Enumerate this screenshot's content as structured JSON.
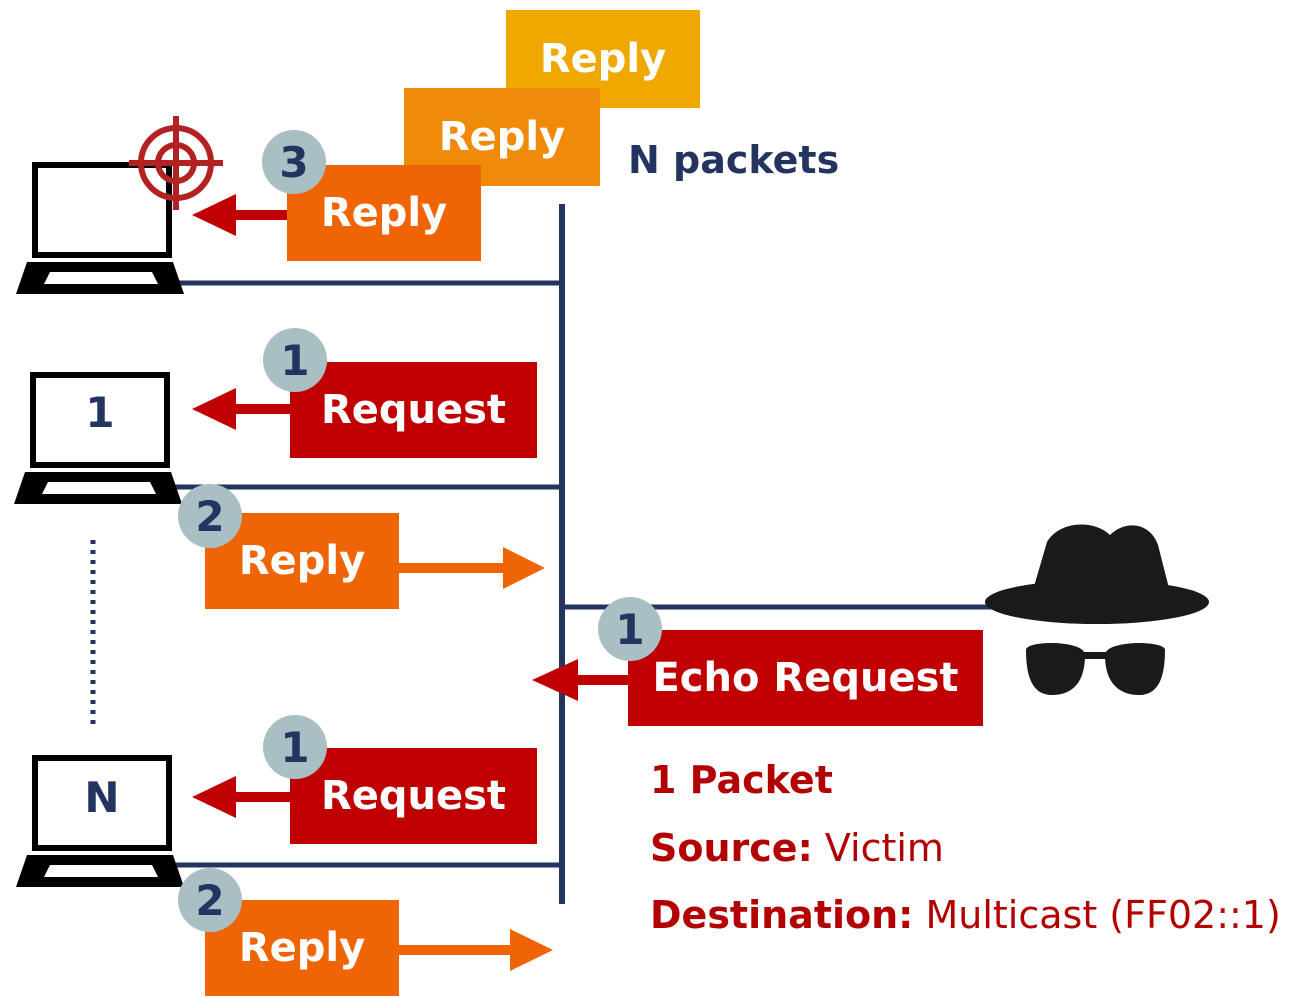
{
  "colors": {
    "navy": "#22345f",
    "red": "#c00000",
    "orange": "#ef6405",
    "orange_mid": "#ef8a0a",
    "amber": "#efa800",
    "badge": "#a9bfc4",
    "target": "#b22222"
  },
  "icons": {
    "target": "crosshair-target-icon",
    "attacker": "attacker-hat-sunglasses-icon",
    "laptop": "laptop-icon"
  },
  "victim": {
    "badge": "3",
    "replies": [
      "Reply",
      "Reply",
      "Reply"
    ],
    "n_packets": "N packets"
  },
  "host1": {
    "label": "1",
    "request_badge": "1",
    "request": "Request",
    "reply_badge": "2",
    "reply": "Reply"
  },
  "hostN": {
    "label": "N",
    "request_badge": "1",
    "request": "Request",
    "reply_badge": "2",
    "reply": "Reply"
  },
  "attacker": {
    "badge": "1",
    "echo": "Echo Request"
  },
  "info": {
    "packets": "1 Packet",
    "source_label": "Source:",
    "source_value": "Victim",
    "dest_label": "Destination:",
    "dest_value": "Multicast (FF02::1)"
  }
}
